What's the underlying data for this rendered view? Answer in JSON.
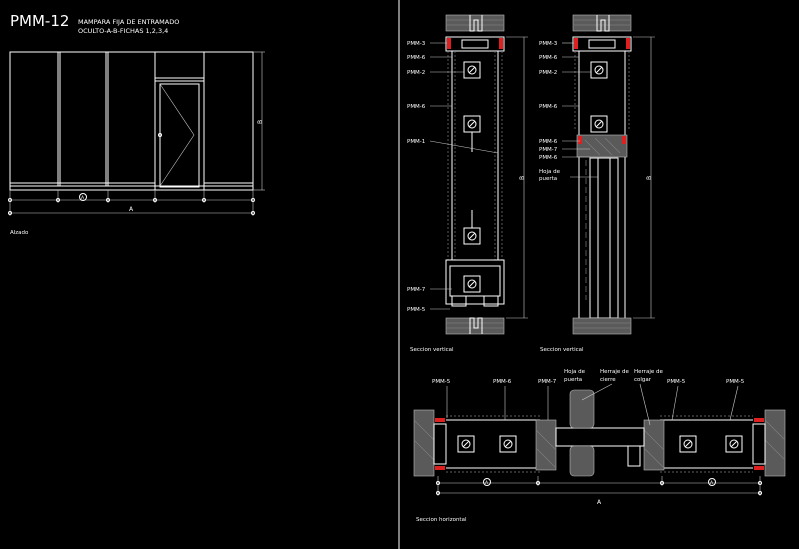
{
  "header": {
    "code": "PMM-12",
    "line1": "MAMPARA FIJA DE ENTRAMADO",
    "line2": "OCULTO-A-B-FICHAS 1,2,3,4"
  },
  "elevation": {
    "caption": "Alzado",
    "dim_a_mid": "A",
    "dim_a_total": "A",
    "dim_b": "B"
  },
  "section_vertical_left": {
    "caption": "Seccion vertical",
    "labels": [
      "PMM-3",
      "PMM-6",
      "PMM-2",
      "PMM-6",
      "PMM-1",
      "PMM-7",
      "PMM-5"
    ],
    "dim_b": "B"
  },
  "section_vertical_right": {
    "caption": "Seccion vertical",
    "labels": [
      "PMM-3",
      "PMM-6",
      "PMM-2",
      "PMM-6",
      "PMM-6",
      "PMM-7",
      "PMM-6"
    ],
    "door_leaf_1": "Hoja de",
    "door_leaf_2": "puerta",
    "dim_b": "B"
  },
  "section_horizontal": {
    "caption": "Seccion horizontal",
    "labels": [
      "PMM-5",
      "PMM-6",
      "PMM-7",
      "PMM-5",
      "PMM-5"
    ],
    "hoja_1": "Hoja de",
    "hoja_2": "puerta",
    "herraje_cierre_1": "Herraje de",
    "herraje_cierre_2": "cierre",
    "herraje_colgar_1": "Herraje de",
    "herraje_colgar_2": "colgar",
    "dim_a_1": "A",
    "dim_a_2": "A",
    "dim_a_total": "A"
  }
}
